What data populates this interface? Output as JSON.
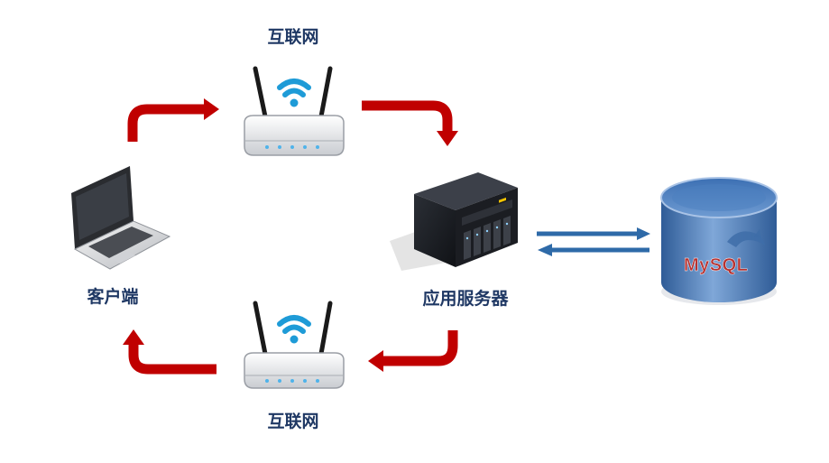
{
  "nodes": {
    "internet_top": {
      "label": "互联网"
    },
    "internet_bottom": {
      "label": "互联网"
    },
    "client": {
      "label": "客户端"
    },
    "server": {
      "label": "应用服务器"
    },
    "database": {
      "logo_text": "MySQL"
    }
  },
  "colors": {
    "arrow_red": "#c00000",
    "arrow_blue": "#2e6aa8",
    "label_text": "#1f3864",
    "db_blue": "#5b8ac4",
    "wifi_blue": "#1e9bd7"
  }
}
